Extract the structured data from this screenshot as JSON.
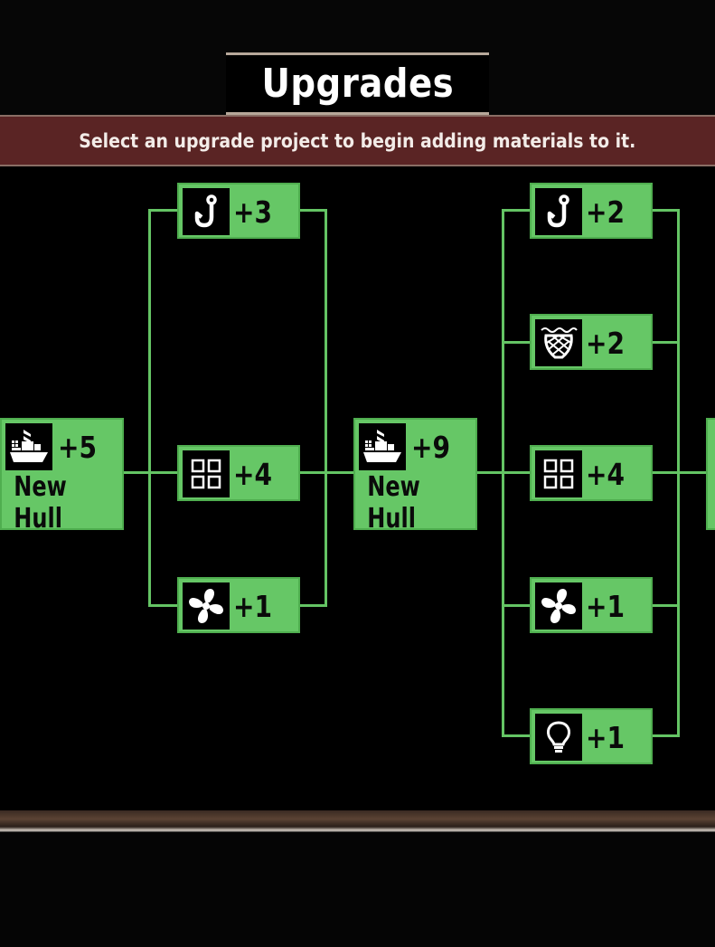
{
  "header": {
    "title": "Upgrades",
    "subtitle": "Select an upgrade project to begin adding materials to it."
  },
  "colors": {
    "node_green": "#66c766",
    "line_green": "#64c464",
    "banner_red": "#5a2424"
  },
  "tree": {
    "hull_1": {
      "icon": "ship-icon",
      "amount": "+5",
      "label": "New Hull"
    },
    "tier_1": [
      {
        "icon": "hook-icon",
        "amount": "+3"
      },
      {
        "icon": "grid-icon",
        "amount": "+4"
      },
      {
        "icon": "propeller-icon",
        "amount": "+1"
      }
    ],
    "hull_2": {
      "icon": "ship-icon",
      "amount": "+9",
      "label": "New Hull"
    },
    "tier_2": [
      {
        "icon": "hook-icon",
        "amount": "+2"
      },
      {
        "icon": "net-icon",
        "amount": "+2"
      },
      {
        "icon": "grid-icon",
        "amount": "+4"
      },
      {
        "icon": "propeller-icon",
        "amount": "+1"
      },
      {
        "icon": "lightbulb-icon",
        "amount": "+1"
      }
    ]
  }
}
